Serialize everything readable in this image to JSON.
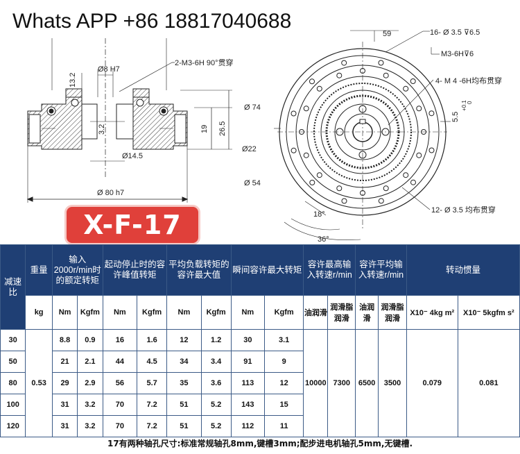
{
  "contact": "Whats APP +86 18817040688",
  "model": "X-F-17",
  "dims": {
    "thru_hole_m3": "2-M3-6H 90°贯穿",
    "shaft_bore": "Ø8 H7",
    "h_13_2": "13.2",
    "h_3_2": "3.2",
    "bore_14_5": "Ø14.5",
    "h_19": "19",
    "h_26_5": "26.5",
    "outer_dia": "Ø 80 h7",
    "dim_59": "59",
    "holes_16": "16- Ø 3.5 ⊽6.5",
    "m3_counter": "M3-6H⊽6",
    "m4_holes": "4- M 4 -6H均布贯穿",
    "dia_74": "Ø 74",
    "dia_22": "Ø22",
    "dia_54": "Ø 54",
    "key_5_5": "5.5",
    "tol_plus": "+0.1",
    "tol_zero": "0",
    "angle_18": "18°",
    "angle_36": "36°",
    "holes_12": "12- Ø 3.5 均布贯穿"
  },
  "table": {
    "h_ratio": "减速比",
    "h_weight": "重量",
    "h_rated": "输入2000r/min时的额定转矩",
    "h_startstop": "起动停止时的容许峰值转矩",
    "h_avgload": "平均负载转矩的容许最大值",
    "h_instant": "瞬间容许最大转矩",
    "h_maxspeed": "容许最高输入转速r/min",
    "h_avgspeed": "容许平均输入转速r/min",
    "h_inertia": "转动惯量",
    "u_kg": "kg",
    "u_nm": "Nm",
    "u_kgfm": "Kgfm",
    "u_oil": "油润滑",
    "u_grease": "润滑脂润滑",
    "u_inertia1": "X10⁻ 4kg m²",
    "u_inertia2": "X10⁻ 5kgfm s²",
    "weight": "0.53",
    "maxspeed_oil": "10000",
    "maxspeed_grease": "7300",
    "avgspeed_oil": "6500",
    "avgspeed_grease": "3500",
    "inertia1": "0.079",
    "inertia2": "0.081",
    "rows": [
      {
        "ratio": "30",
        "rnm": "8.8",
        "rkg": "0.9",
        "snm": "16",
        "skg": "1.6",
        "anm": "12",
        "akg": "1.2",
        "inm": "30",
        "ikg": "3.1"
      },
      {
        "ratio": "50",
        "rnm": "21",
        "rkg": "2.1",
        "snm": "44",
        "skg": "4.5",
        "anm": "34",
        "akg": "3.4",
        "inm": "91",
        "ikg": "9"
      },
      {
        "ratio": "80",
        "rnm": "29",
        "rkg": "2.9",
        "snm": "56",
        "skg": "5.7",
        "anm": "35",
        "akg": "3.6",
        "inm": "113",
        "ikg": "12"
      },
      {
        "ratio": "100",
        "rnm": "31",
        "rkg": "3.2",
        "snm": "70",
        "skg": "7.2",
        "anm": "51",
        "akg": "5.2",
        "inm": "143",
        "ikg": "15"
      },
      {
        "ratio": "120",
        "rnm": "31",
        "rkg": "3.2",
        "snm": "70",
        "skg": "7.2",
        "anm": "51",
        "akg": "5.2",
        "inm": "112",
        "ikg": "11"
      }
    ]
  },
  "footnote": "17有两种轴孔尺寸:标准常规轴孔8mm,键槽3mm;配步进电机轴孔5mm,无键槽."
}
